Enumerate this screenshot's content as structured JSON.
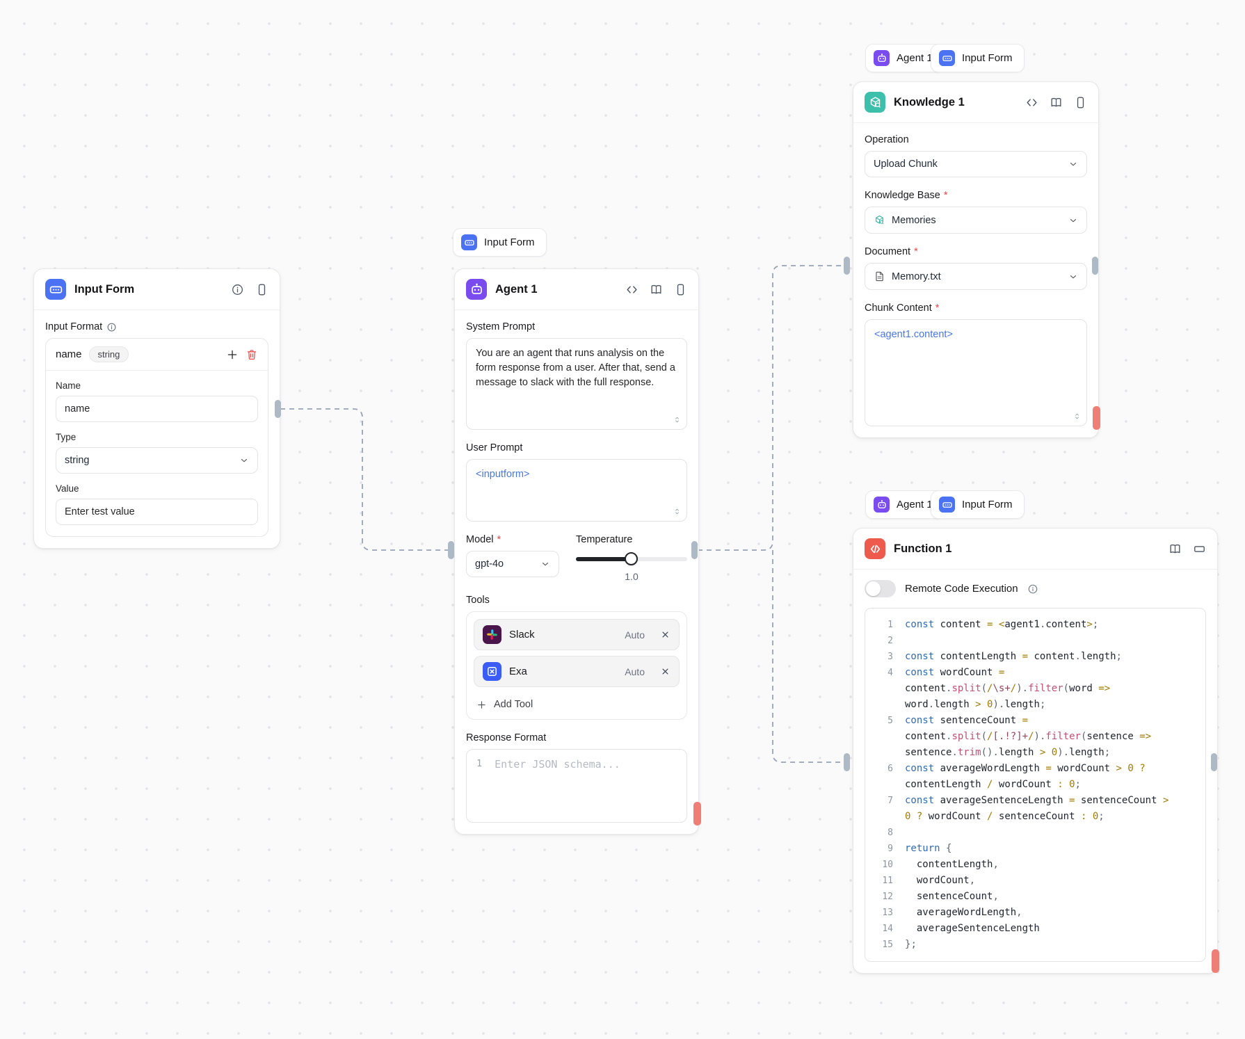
{
  "chips": {
    "agent1": "Agent 1",
    "input_form": "Input Form"
  },
  "input_form_node": {
    "title": "Input Form",
    "section_label": "Input Format",
    "row_name": "name",
    "row_type_badge": "string",
    "name_label": "Name",
    "name_value": "name",
    "type_label": "Type",
    "type_value": "string",
    "value_label": "Value",
    "value_placeholder": "Enter test value"
  },
  "agent_node": {
    "title": "Agent 1",
    "system_prompt_label": "System Prompt",
    "system_prompt_value": "You are an agent that runs analysis on the form response from a user. After that, send a message to slack with the full response.",
    "user_prompt_label": "User Prompt",
    "user_prompt_value": "<inputform>",
    "model_label": "Model",
    "model_value": "gpt-4o",
    "temperature_label": "Temperature",
    "temperature_value": "1.0",
    "tools_label": "Tools",
    "tools": [
      {
        "name": "Slack",
        "mode": "Auto"
      },
      {
        "name": "Exa",
        "mode": "Auto"
      }
    ],
    "add_tool_label": "Add Tool",
    "response_format_label": "Response Format",
    "response_line_number": "1",
    "response_placeholder": "Enter JSON schema..."
  },
  "knowledge_node": {
    "title": "Knowledge 1",
    "operation_label": "Operation",
    "operation_value": "Upload Chunk",
    "kb_label": "Knowledge Base",
    "kb_value": "Memories",
    "document_label": "Document",
    "document_value": "Memory.txt",
    "chunk_label": "Chunk Content",
    "chunk_value": "<agent1.content>"
  },
  "function_node": {
    "title": "Function 1",
    "toggle_label": "Remote Code Execution",
    "code_lines": [
      {
        "n": "1",
        "t": "const content = <agent1.content>;"
      },
      {
        "n": "2",
        "t": ""
      },
      {
        "n": "3",
        "t": "const contentLength = content.length;"
      },
      {
        "n": "4",
        "t": "const wordCount ="
      },
      {
        "n": "",
        "t": "content.split(/\\s+/).filter(word =>"
      },
      {
        "n": "",
        "t": "word.length > 0).length;"
      },
      {
        "n": "5",
        "t": "const sentenceCount ="
      },
      {
        "n": "",
        "t": "content.split(/[.!?]+/).filter(sentence =>"
      },
      {
        "n": "",
        "t": "sentence.trim().length > 0).length;"
      },
      {
        "n": "6",
        "t": "const averageWordLength = wordCount > 0 ?"
      },
      {
        "n": "",
        "t": "contentLength / wordCount : 0;"
      },
      {
        "n": "7",
        "t": "const averageSentenceLength = sentenceCount >"
      },
      {
        "n": "",
        "t": "0 ? wordCount / sentenceCount : 0;"
      },
      {
        "n": "8",
        "t": ""
      },
      {
        "n": "9",
        "t": "return {"
      },
      {
        "n": "10",
        "t": "  contentLength,"
      },
      {
        "n": "11",
        "t": "  wordCount,"
      },
      {
        "n": "12",
        "t": "  sentenceCount,"
      },
      {
        "n": "13",
        "t": "  averageWordLength,"
      },
      {
        "n": "14",
        "t": "  averageSentenceLength"
      },
      {
        "n": "15",
        "t": "};"
      }
    ]
  }
}
